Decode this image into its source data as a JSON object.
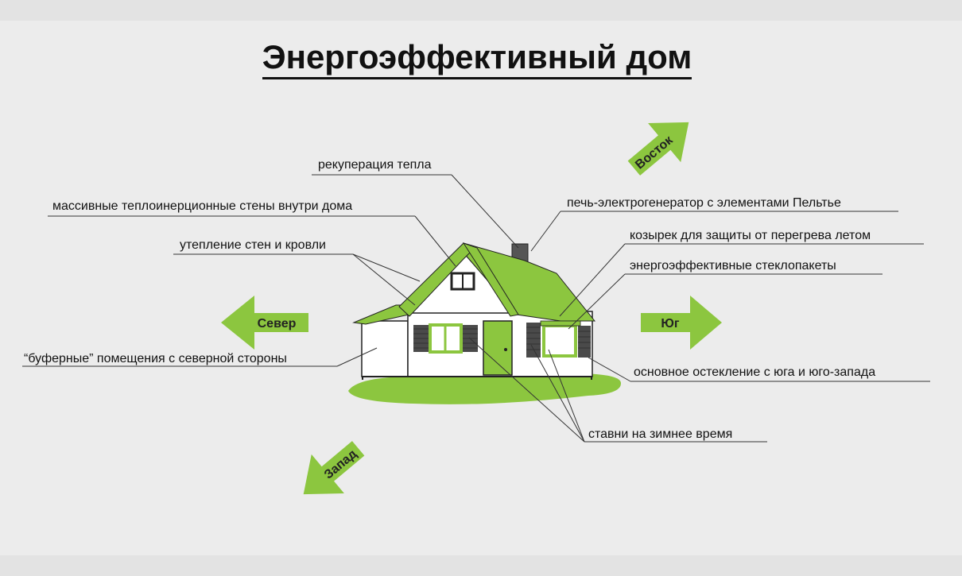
{
  "title": "Энергоэффективный дом",
  "labels": {
    "recuperation": "рекуперация тепла",
    "massive_walls": "массивные теплоинерционные стены внутри дома",
    "insulation": "утепление стен и кровли",
    "buffer_rooms": "“буферные” помещения с северной стороны",
    "stove": "печь-электрогенератор с элементами Пельтье",
    "visor": "козырек для защиты от перегрева летом",
    "windows": "энергоэффективные стеклопакеты",
    "glazing": "основное остекление с юга и юго-запада",
    "shutters": "ставни на зимнее время"
  },
  "directions": {
    "north": "Север",
    "south": "Юг",
    "east": "Восток",
    "west": "Запад"
  },
  "colors": {
    "green": "#8cc63f",
    "dark": "#111111",
    "background": "#ececec"
  }
}
